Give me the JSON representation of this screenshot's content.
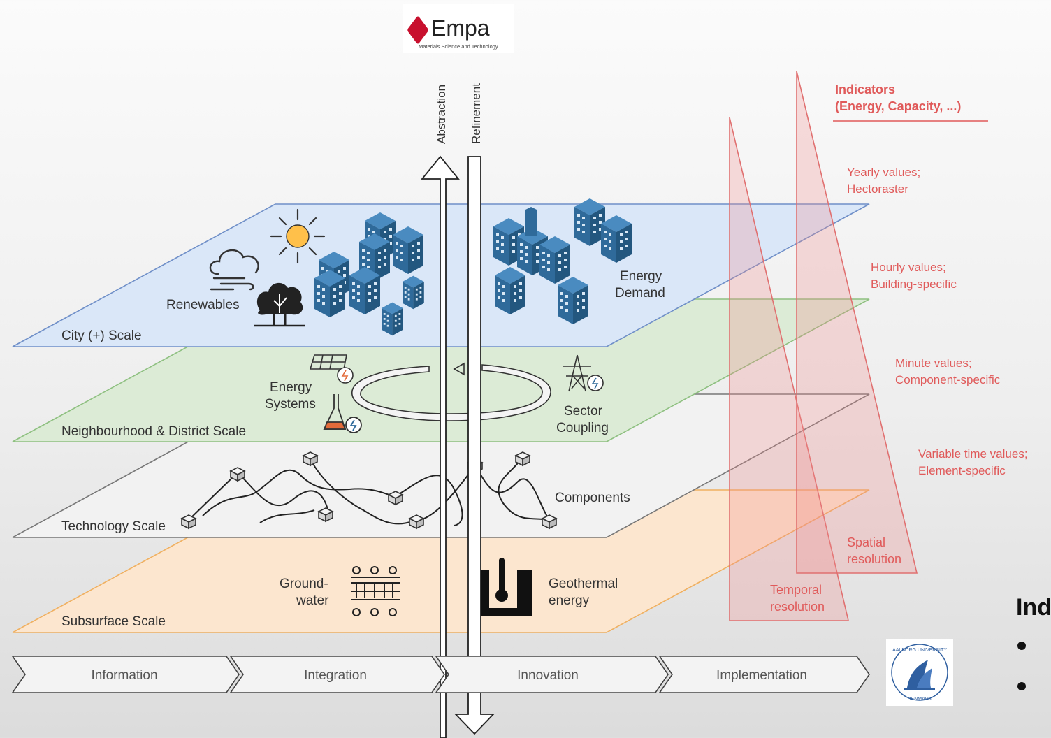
{
  "logos": {
    "top": {
      "name": "Empa",
      "tagline": "Materials Science and Technology"
    },
    "bottom": {
      "name": "AALBORG UNIVERSITY DENMARK"
    }
  },
  "axis": {
    "up_label": "Abstraction",
    "down_label": "Refinement"
  },
  "layers": [
    {
      "name": "City (+) Scale",
      "color": "#dae7f8",
      "stroke": "#6f8fc8",
      "labels": [
        "Renewables",
        "Energy",
        "Demand"
      ]
    },
    {
      "name": "Neighbourhood & District Scale",
      "color": "#dcebd6",
      "stroke": "#8ec080",
      "labels": [
        "Energy",
        "Systems",
        "Sector",
        "Coupling"
      ]
    },
    {
      "name": "Technology Scale",
      "color": "#f2f2f2",
      "stroke": "#777777",
      "labels": [
        "Components"
      ]
    },
    {
      "name": "Subsurface Scale",
      "color": "#fce6cf",
      "stroke": "#f0b060",
      "labels": [
        "Ground-",
        "water",
        "Geothermal",
        "energy"
      ]
    }
  ],
  "indicators": {
    "title_line1": "Indicators",
    "title_line2": "(Energy, Capacity, ...)",
    "levels": [
      {
        "line1": "Yearly values;",
        "line2": "Hectoraster"
      },
      {
        "line1": "Hourly values;",
        "line2": "Building-specific"
      },
      {
        "line1": "Minute values;",
        "line2": "Component-specific"
      },
      {
        "line1": "Variable time values;",
        "line2": "Element-specific"
      }
    ],
    "spatial": {
      "line1": "Spatial",
      "line2": "resolution"
    },
    "temporal": {
      "line1": "Temporal",
      "line2": "resolution"
    }
  },
  "process": [
    "Information",
    "Integration",
    "Innovation",
    "Implementation"
  ],
  "side_heading": "Ind",
  "colors": {
    "accent": "#e05a5a",
    "icon": "#2f6a9a"
  }
}
